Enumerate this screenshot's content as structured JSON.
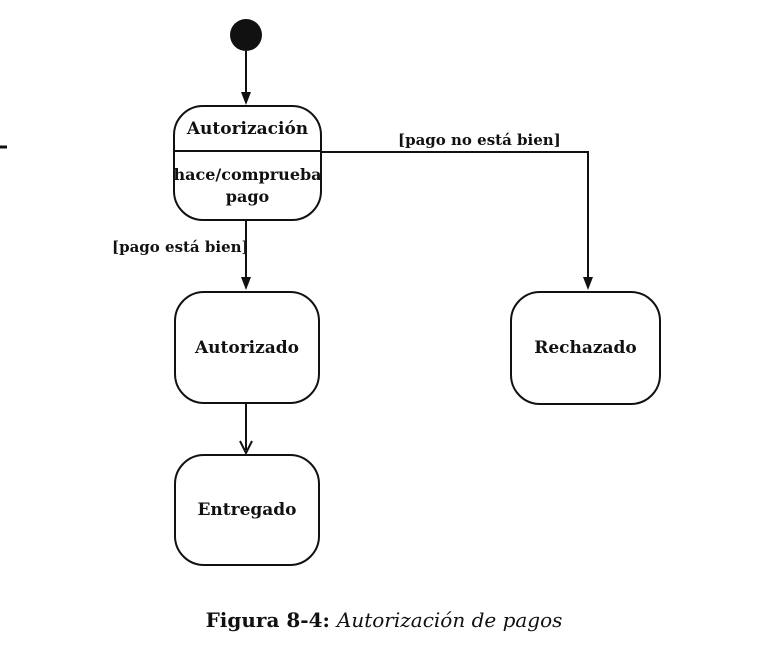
{
  "diagram": {
    "states": {
      "autorizacion": {
        "title": "Autorización",
        "activity_line1": "hace/comprueba",
        "activity_line2": "pago"
      },
      "autorizado": {
        "label": "Autorizado"
      },
      "entregado": {
        "label": "Entregado"
      },
      "rechazado": {
        "label": "Rechazado"
      }
    },
    "transitions": {
      "pago_esta_bien": "[pago está bien]",
      "pago_no_esta_bien": "[pago no está bien]"
    },
    "colors": {
      "line": "#111111",
      "background": "#ffffff"
    }
  },
  "caption": {
    "label": "Figura 8-4:",
    "title": "Autorización de pagos"
  }
}
